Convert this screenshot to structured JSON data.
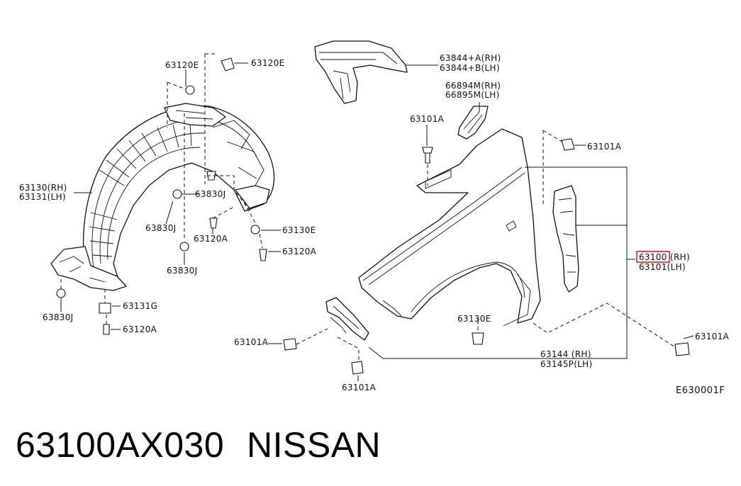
{
  "labels": {
    "p63120E_a": "63120E",
    "p63120E_b": "63120E",
    "p63130_rh": "63130(RH)",
    "p63131_lh": "63131(LH)",
    "p63830J_a": "63830J",
    "p63830J_b": "63830J",
    "p63120A_a": "63120A",
    "p63830J_c": "63830J",
    "p63130E_a": "63130E",
    "p63120A_b": "63120A",
    "p63830J_d": "63830J",
    "p63131G": "63131G",
    "p63120A_c": "63120A",
    "p63844A_rh": "63844+A(RH)",
    "p63844B_lh": "63844+B(LH)",
    "p66894M_rh": "66894M(RH)",
    "p66895M_lh": "66895M(LH)",
    "p63101A_a": "63101A",
    "p63101A_b": "63101A",
    "p63100_rh_num": "63100",
    "p63100_rh_side": "(RH)",
    "p63101_lh": "63101(LH)",
    "p63130E_b": "63130E",
    "p63101A_c": "63101A",
    "p63144_rh": "63144  (RH)",
    "p63145P_lh": "63145P(LH)",
    "p63101A_d": "63101A",
    "p63101A_e": "63101A"
  },
  "diagram_code": "E630001F",
  "footer": {
    "part_number": "63100AX030",
    "brand": "NISSAN"
  },
  "colors": {
    "highlight_box": "#e0201b",
    "line": "#111111",
    "background": "#ffffff"
  }
}
